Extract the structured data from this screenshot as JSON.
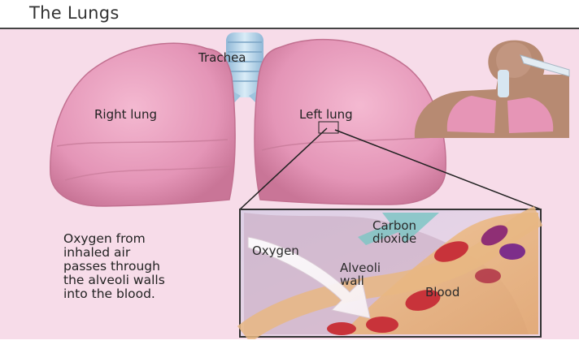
{
  "header": {
    "title": "The Lungs"
  },
  "labels": {
    "trachea": "Trachea",
    "right_lung": "Right lung",
    "left_lung": "Left lung"
  },
  "caption": "Oxygen from\ninhaled air\npasses through\nthe alveoli walls\ninto the blood.",
  "inset": {
    "carbon_dioxide": "Carbon\ndioxide",
    "oxygen": "Oxygen",
    "alveoli_wall": "Alveoli\nwall",
    "blood": "Blood"
  },
  "colors": {
    "background": "#f7dce9",
    "lung": "#e79bbb",
    "trachea": "#b9d6ea",
    "blood_cell": "#c8333a",
    "inset_frame": "#333333"
  }
}
